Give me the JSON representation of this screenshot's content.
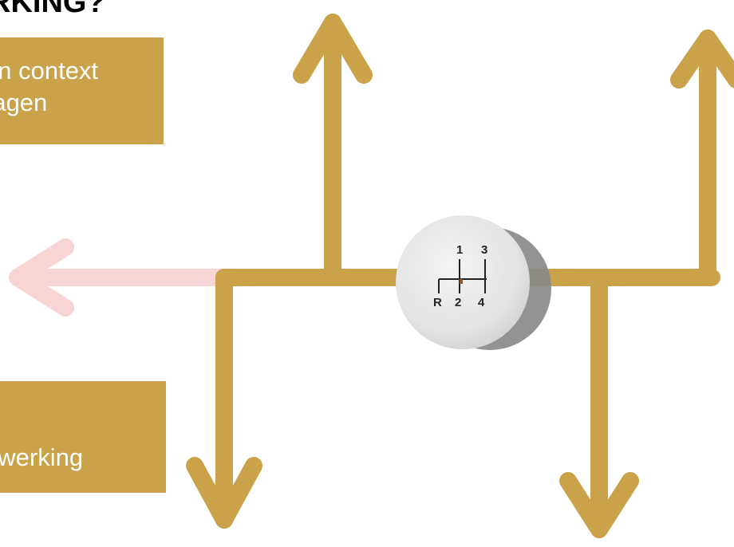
{
  "title": "RKING?",
  "box_top": {
    "lines": [
      "en context",
      "ragen"
    ]
  },
  "box_bottom": {
    "lines": [
      "nwerking"
    ]
  },
  "gear_knob": {
    "labels": [
      "1",
      "3",
      "R",
      "2",
      "4"
    ]
  },
  "colors": {
    "gold": "#c9a24a",
    "pink_arrow": "#f9d4d4",
    "knob": "#e6e6e6",
    "shadow": "#8a8a8a"
  }
}
